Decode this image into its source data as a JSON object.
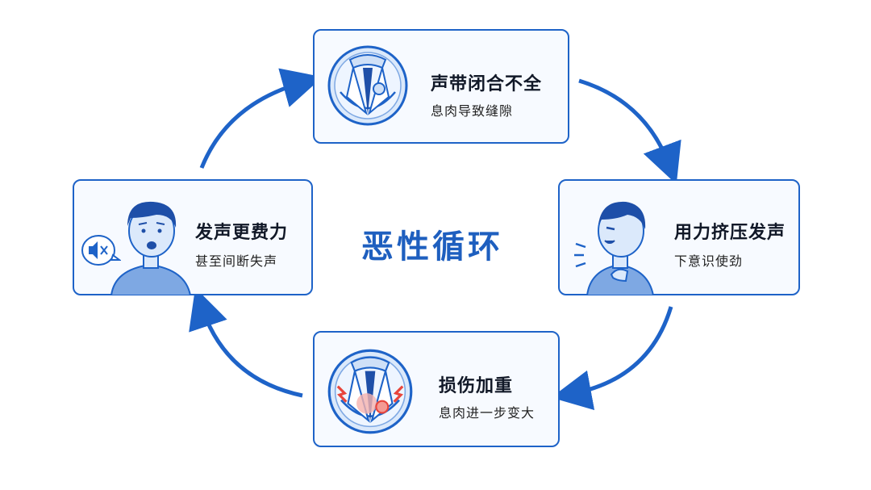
{
  "center": {
    "title": "恶性循环"
  },
  "steps": [
    {
      "title": "声带闭合不全",
      "subtitle": "息肉导致缝隙"
    },
    {
      "title": "用力挤压发声",
      "subtitle": "下意识使劲"
    },
    {
      "title": "损伤加重",
      "subtitle": "息肉进一步变大"
    },
    {
      "title": "发声更费力",
      "subtitle": "甚至间断失声"
    }
  ],
  "icons": {
    "step1": "vocal-cords-polyp-icon",
    "step2": "straining-man-icon",
    "step3": "vocal-cords-injury-icon",
    "step4": "hoarse-man-icon",
    "muted": "speaker-muted-icon"
  },
  "colors": {
    "accent": "#1e63c8",
    "card_bg": "#f7faff",
    "injury": "#e8453c"
  }
}
